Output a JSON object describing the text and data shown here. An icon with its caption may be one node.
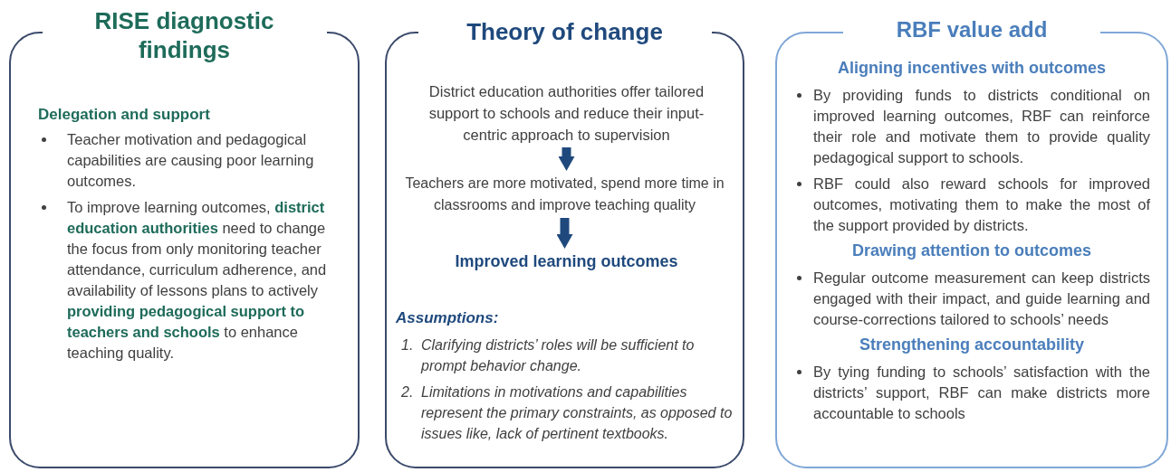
{
  "diagram": {
    "nodes": [
      {
        "text": [
          "RISE diagnostic findings",
          "Delegation and support",
          "Teacher motivation and pedagogical capabilities are causing poor learning outcomes.",
          "To improve learning outcomes, **district education authorities** need to change the focus from only monitoring teacher attendance, curriculum adherence, and availability of lessons plans to actively **providing pedagogical support to teachers and schools** to enhance teaching quality."
        ]
      },
      {
        "text": [
          "Theory of change",
          "Assumptions:",
          "Clarifying districts’ roles will be sufficient to prompt behavior change.",
          "Limitations in motivations and capabilities represent the primary constraints, as opposed to issues like, lack of pertinent textbooks."
        ]
      },
      {
        "text": [
          "RBF value add",
          "Aligning incentives with outcomes",
          "By providing funds to districts conditional on improved learning outcomes, RBF can reinforce their role and motivate them to provide quality pedagogical support to schools.",
          "RBF could also reward schools for improved outcomes, motivating them to make the most of the support provided by districts.",
          "Drawing attention to outcomes",
          "Regular outcome measurement can keep districts engaged with their impact, and guide learning and course-corrections tailored to schools’ needs",
          "Strengthening accountability",
          "By tying funding to schools’ satisfaction with the districts’ support, RBF can make districts more accountable to schools"
        ]
      },
      {
        "text": [
          "District education authorities offer tailored support to schools and reduce their input-centric approach to supervision"
        ],
        "in": 1
      },
      {
        "text": [
          "Teachers are more motivated, spend more time in classrooms and improve teaching quality"
        ],
        "in": 1
      },
      {
        "text": [
          "Improved learning outcomes"
        ],
        "in": 1
      }
    ],
    "edges": [
      {
        "from": 3,
        "to": 4,
        "arrow": "to"
      },
      {
        "from": 4,
        "to": 5,
        "arrow": "to"
      }
    ],
    "labels": [
      "1.",
      "2."
    ]
  }
}
